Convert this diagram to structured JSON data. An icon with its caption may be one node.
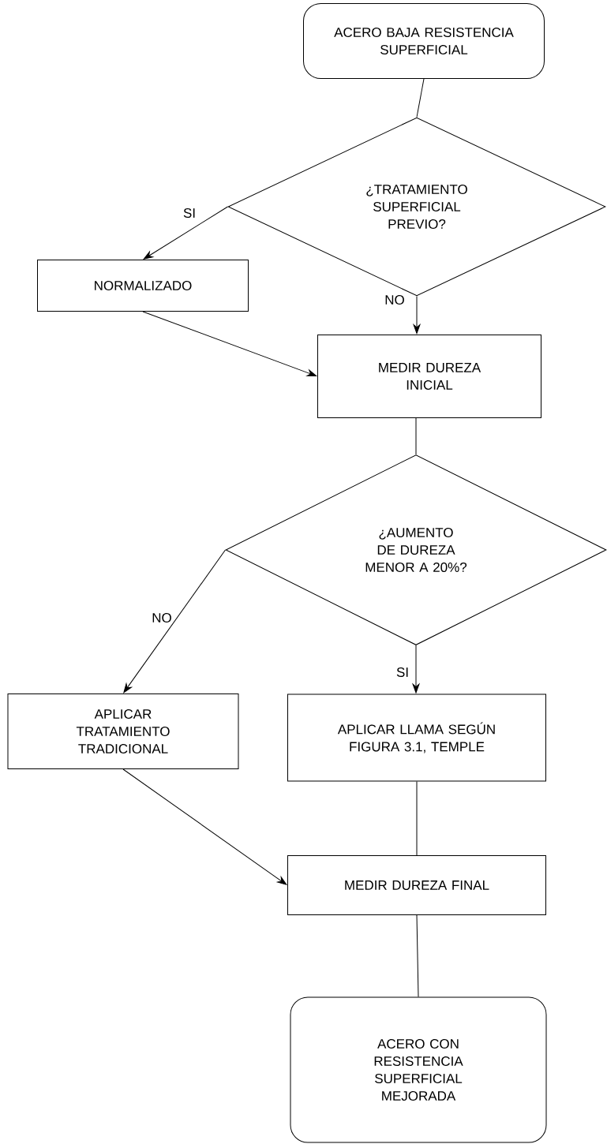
{
  "diagram": {
    "nodes": [
      {
        "text": [
          "ACERO BAJA RESISTENCIA SUPERFICIAL"
        ]
      },
      {
        "text": [
          "¿TRATAMIENTO SUPERFICIAL PREVIO?"
        ]
      },
      {
        "text": [
          "NORMALIZADO"
        ]
      },
      {
        "text": [
          "MEDIR DUREZA INICIAL"
        ]
      },
      {
        "text": [
          "¿AUMENTO DE DUREZA MENOR A 20%?"
        ]
      },
      {
        "text": [
          "APLICAR TRATAMIENTO TRADICIONAL"
        ]
      },
      {
        "text": [
          "APLICAR LLAMA SEGÚN FIGURA 3.1, TEMPLE"
        ]
      },
      {
        "text": [
          "MEDIR DUREZA FINAL"
        ]
      },
      {
        "text": [
          "ACERO CON RESISTENCIA SUPERFICIAL MEJORADA"
        ]
      }
    ],
    "edges": [
      {
        "from": 0,
        "to": 1,
        "arrow": "none"
      },
      {
        "from": 1,
        "to": 2,
        "arrow": "to",
        "label": "SI"
      },
      {
        "from": 1,
        "to": 3,
        "arrow": "to",
        "label": "NO"
      },
      {
        "from": 2,
        "to": 3,
        "arrow": "to"
      },
      {
        "from": 3,
        "to": 4,
        "arrow": "none"
      },
      {
        "from": 4,
        "to": 5,
        "arrow": "to",
        "label": "NO"
      },
      {
        "from": 4,
        "to": 6,
        "arrow": "to",
        "label": "SI"
      },
      {
        "from": 5,
        "to": 7,
        "arrow": "to"
      },
      {
        "from": 6,
        "to": 7,
        "arrow": "none"
      },
      {
        "from": 7,
        "to": 8,
        "arrow": "none"
      }
    ]
  }
}
